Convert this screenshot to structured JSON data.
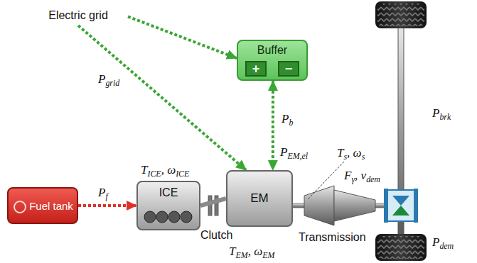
{
  "diagram": {
    "nodes": [
      {
        "text": [
          "Electric grid"
        ]
      },
      {
        "text": [
          "Buffer"
        ]
      },
      {
        "text": [
          "+"
        ],
        "in": 1
      },
      {
        "text": [
          "−"
        ],
        "in": 1
      },
      {
        "text": [
          "Fuel tank"
        ]
      },
      {
        "text": [
          "ICE"
        ]
      },
      {
        "text": [
          "EM"
        ]
      }
    ],
    "edges": [
      {
        "from": 0,
        "to": 1,
        "arrow": "to"
      },
      {
        "from": 0,
        "to": 6,
        "arrow": "to",
        "label": "Pgrid"
      },
      {
        "from": 1,
        "to": 6,
        "arrow": "both",
        "label": "Pb"
      },
      {
        "from": 4,
        "to": 5,
        "arrow": "to",
        "label": "Pf"
      },
      {
        "from": 5,
        "to": 6,
        "arrow": "none"
      }
    ],
    "labels": [
      "TICE, ωICE",
      "Clutch",
      "TEM, ωEM",
      "PEM,el",
      "Ts, ωs",
      "Transmission",
      "Fγ, vdem",
      "Pbrk",
      "Pdem"
    ]
  }
}
